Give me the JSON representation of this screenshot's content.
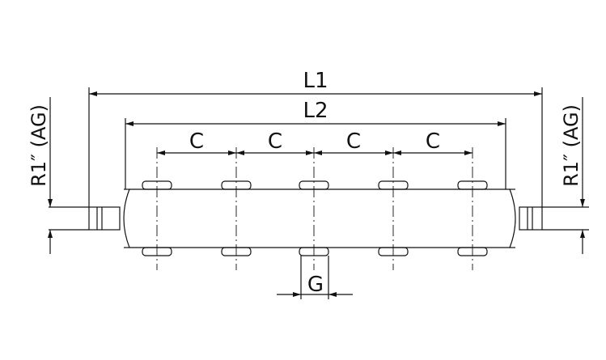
{
  "labels": {
    "l1": "L1",
    "l2": "L2",
    "c": "C",
    "g": "G",
    "thread_left": "R1″ (AG)",
    "thread_right": "R1″ (AG)"
  },
  "colors": {
    "line": "#111111",
    "background": "#ffffff"
  }
}
